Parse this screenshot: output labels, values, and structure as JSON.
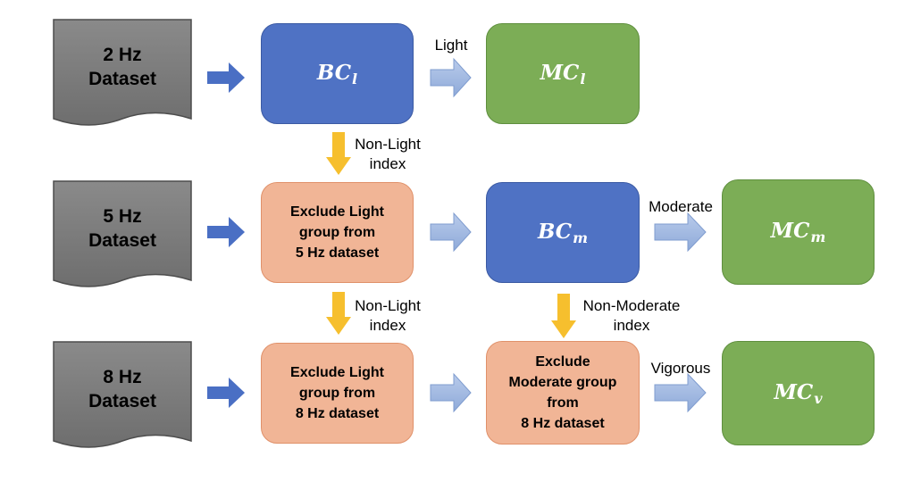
{
  "datasets": [
    {
      "label": "2 Hz\nDataset"
    },
    {
      "label": "5 Hz\nDataset"
    },
    {
      "label": "8 Hz\nDataset"
    }
  ],
  "classifiers": {
    "bc_light": {
      "base": "BC",
      "sub": "l"
    },
    "mc_light": {
      "base": "MC",
      "sub": "l"
    },
    "bc_moderate": {
      "base": "BC",
      "sub": "m"
    },
    "mc_moderate": {
      "base": "MC",
      "sub": "m"
    },
    "mc_vigorous": {
      "base": "MC",
      "sub": "v"
    }
  },
  "exclude_boxes": {
    "light_5hz": "Exclude Light\ngroup from\n5 Hz dataset",
    "light_8hz": "Exclude Light\ngroup from\n8 Hz dataset",
    "moderate_8hz": "Exclude\nModerate group\nfrom\n8 Hz dataset"
  },
  "edge_labels": {
    "light": "Light",
    "moderate": "Moderate",
    "vigorous": "Vigorous",
    "non_light_1": "Non-Light\nindex",
    "non_light_2": "Non-Light\nindex",
    "non_moderate": "Non-Moderate\nindex"
  },
  "colors": {
    "bc": "#4f72c4",
    "mc": "#7cad56",
    "exclude": "#f1b596",
    "dataset": "#808080",
    "arrow_dark": "#4a6fc4",
    "arrow_light": "#9db6e0",
    "arrow_yellow": "#f6bf2e"
  }
}
